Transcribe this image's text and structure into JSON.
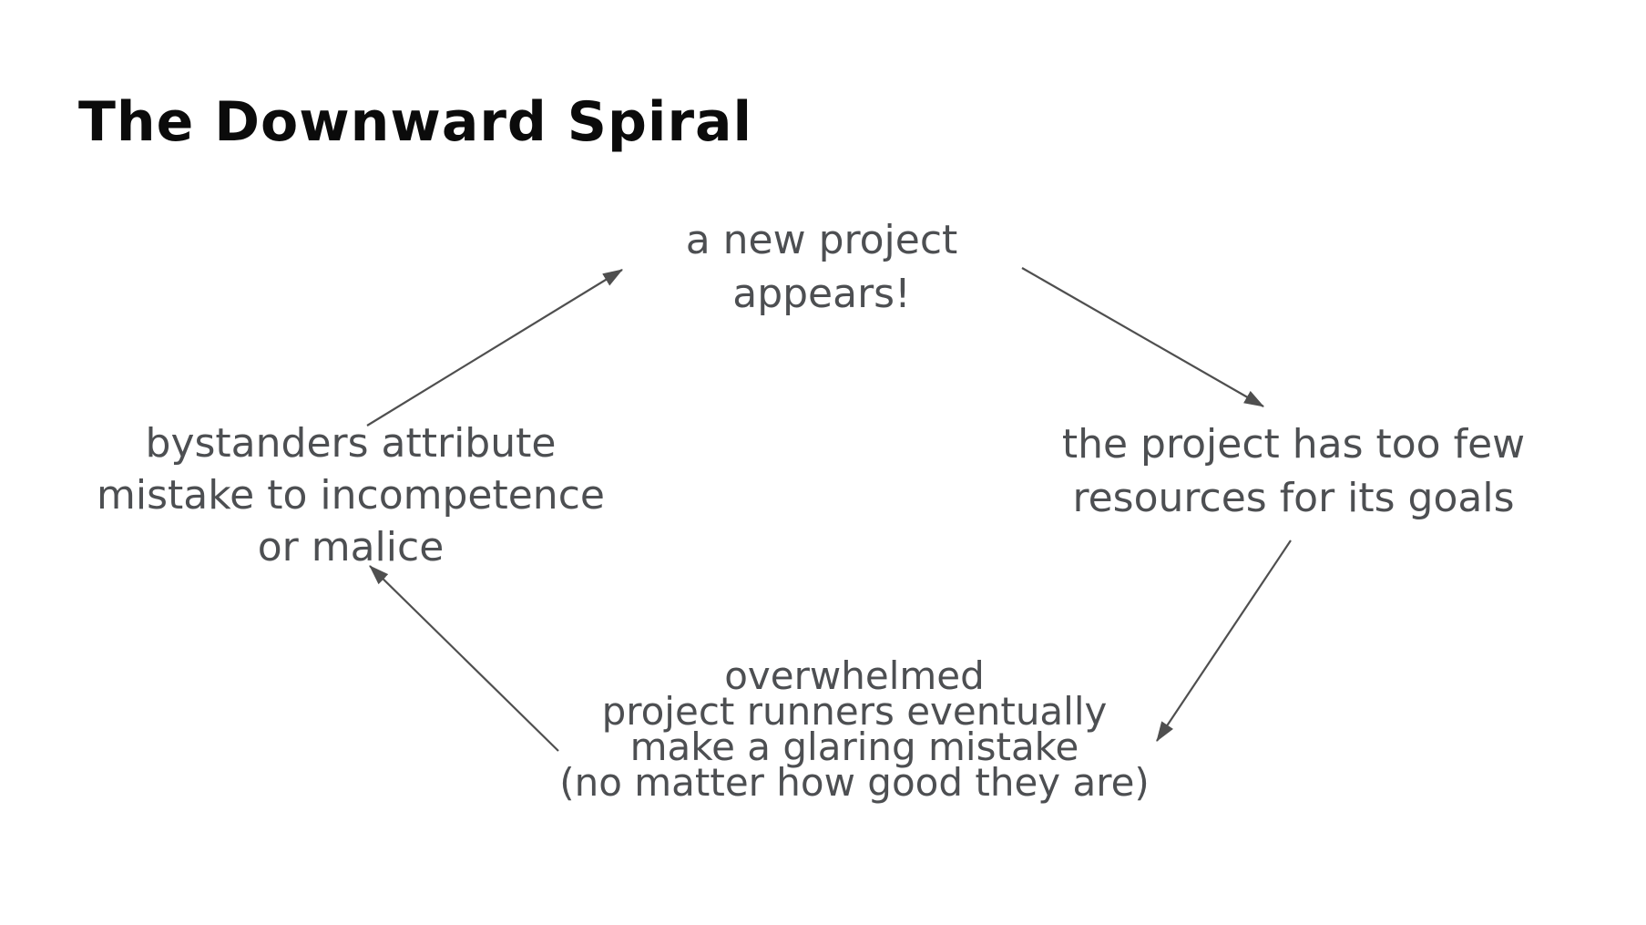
{
  "title": "The Downward Spiral",
  "colors": {
    "background": "#ffffff",
    "title_text": "#0b0b0b",
    "node_text": "#4d4f52",
    "arrow": "#4f4f4f"
  },
  "nodes": {
    "top": {
      "lines": [
        "a new project",
        "appears!"
      ]
    },
    "right": {
      "lines": [
        "the project has too few",
        "resources for its goals"
      ]
    },
    "bottom": {
      "lines": [
        "overwhelmed",
        "project runners eventually",
        "make a glaring mistake",
        "(no matter how good they are)"
      ]
    },
    "left": {
      "lines": [
        "bystanders attribute",
        "mistake to incompetence",
        "or malice"
      ]
    }
  },
  "edges": [
    {
      "from": "left",
      "to": "top"
    },
    {
      "from": "top",
      "to": "right"
    },
    {
      "from": "right",
      "to": "bottom"
    },
    {
      "from": "bottom",
      "to": "left"
    }
  ]
}
